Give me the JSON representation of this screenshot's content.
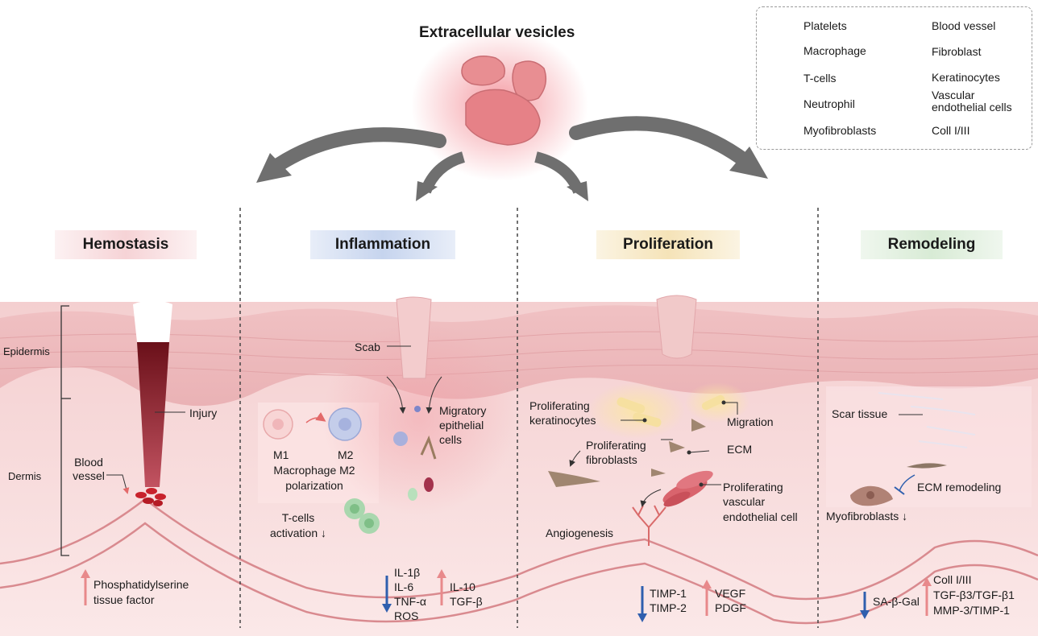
{
  "header": {
    "title": "Extracellular vesicles"
  },
  "legend": {
    "items": [
      {
        "label": "Platelets",
        "icon": "platelet-icon"
      },
      {
        "label": "Macrophage",
        "icon": "macrophage-icon"
      },
      {
        "label": "T-cells",
        "icon": "t-cell-icon"
      },
      {
        "label": "Neutrophil",
        "icon": "neutrophil-icon"
      },
      {
        "label": "Myofibroblasts",
        "icon": "myofibroblast-icon"
      },
      {
        "label": "Blood vessel",
        "icon": "blood-vessel-icon"
      },
      {
        "label": "Fibroblast",
        "icon": "fibroblast-icon"
      },
      {
        "label": "Keratinocytes",
        "icon": "keratinocyte-icon"
      },
      {
        "label": "Vascular endothelial cells",
        "line1": "Vascular",
        "line2": "endothelial cells",
        "icon": "endothelial-cell-icon"
      },
      {
        "label": "Coll I/III",
        "icon": "collagen-icon"
      }
    ]
  },
  "layers": {
    "epidermis": "Epidermis",
    "dermis": "Dermis"
  },
  "phases": [
    {
      "title": "Hemostasis",
      "color": "#f6d3d6"
    },
    {
      "title": "Inflammation",
      "color": "#c6d4ee"
    },
    {
      "title": "Proliferation",
      "color": "#f5e3b8"
    },
    {
      "title": "Remodeling",
      "color": "#d8ebd5"
    }
  ],
  "hemostasis": {
    "injury": "Injury",
    "blood_vessel_1": "Blood",
    "blood_vessel_2": "vessel",
    "factors_up": [
      "Phosphatidylserine",
      "tissue factor"
    ]
  },
  "inflammation": {
    "scab": "Scab",
    "migratory": [
      "Migratory",
      "epithelial",
      "cells"
    ],
    "m1": "M1",
    "m2": "M2",
    "polarization": [
      "Macrophage M2",
      "polarization"
    ],
    "tcells": [
      "T-cells",
      "activation ↓"
    ],
    "factors_down": [
      "IL-1β",
      "IL-6",
      "TNF-α",
      "ROS"
    ],
    "factors_up": [
      "IL-10",
      "TGF-β"
    ]
  },
  "proliferation": {
    "keratinocytes": [
      "Proliferating",
      "keratinocytes"
    ],
    "migration": "Migration",
    "fibroblasts": [
      "Proliferating",
      "fibroblasts"
    ],
    "ecm": "ECM",
    "endothelial": [
      "Proliferating",
      "vascular",
      "endothelial cell"
    ],
    "angiogenesis": "Angiogenesis",
    "factors_down": [
      "TIMP-1",
      "TIMP-2"
    ],
    "factors_up": [
      "VEGF",
      "PDGF"
    ]
  },
  "remodeling": {
    "scar": "Scar tissue",
    "ecm_remodeling": "ECM remodeling",
    "myofibroblasts": "Myofibroblasts ↓",
    "factors_down": [
      "SA-β-Gal"
    ],
    "factors_up": [
      "Coll I/III",
      "TGF-β3/TGF-β1",
      "MMP-3/TIMP-1"
    ]
  },
  "colors": {
    "up_arrow": "#e8898b",
    "down_arrow": "#2f5fae",
    "skin_base": "#f7dadb",
    "blood": "#9c1f2b"
  }
}
